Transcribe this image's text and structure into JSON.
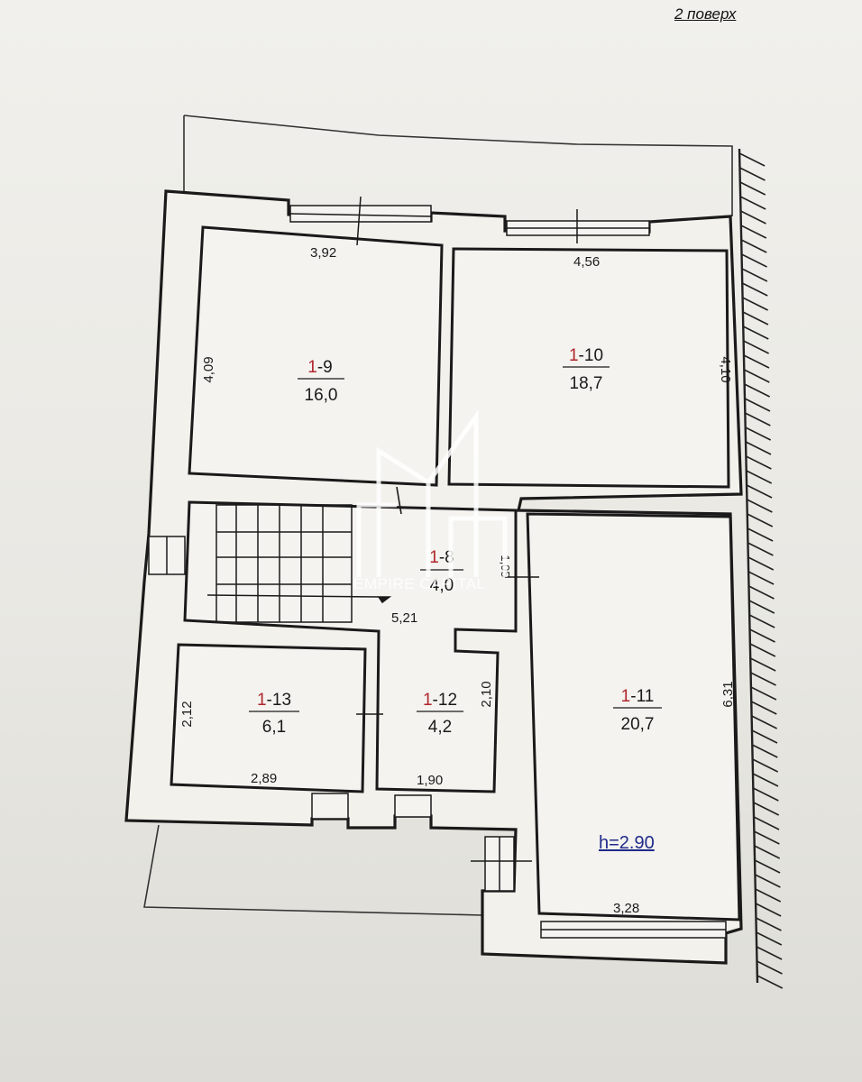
{
  "floor_title": "2 поверх",
  "ceiling_height": "h=2.90",
  "watermark": "EMPIRE CAPITAL",
  "colors": {
    "wall": "#1a1a1a",
    "room_code_prefix": "#b0262c",
    "room_code_text": "#1a1a1a",
    "height_label": "#1f2a8a",
    "paper": "#ecebe6"
  },
  "rooms": [
    {
      "id": "r9",
      "prefix": "1",
      "suffix": "-9",
      "area": "16,0"
    },
    {
      "id": "r10",
      "prefix": "1",
      "suffix": "-10",
      "area": "18,7"
    },
    {
      "id": "r8",
      "prefix": "1",
      "suffix": "-8",
      "area": "4,0"
    },
    {
      "id": "r11",
      "prefix": "1",
      "suffix": "-11",
      "area": "20,7"
    },
    {
      "id": "r12",
      "prefix": "1",
      "suffix": "-12",
      "area": "4,2"
    },
    {
      "id": "r13",
      "prefix": "1",
      "suffix": "-13",
      "area": "6,1"
    }
  ],
  "dimensions": {
    "r9_width": "3,92",
    "r9_height": "4,09",
    "r10_width": "4,56",
    "r10_height": "4,10",
    "hall_width": "5,21",
    "hall_height": "1,05",
    "r11_height": "6,31",
    "r11_width": "3,28",
    "r12_height": "2,10",
    "r12_width": "1,90",
    "r13_height": "2,12",
    "r13_width": "2,89"
  }
}
